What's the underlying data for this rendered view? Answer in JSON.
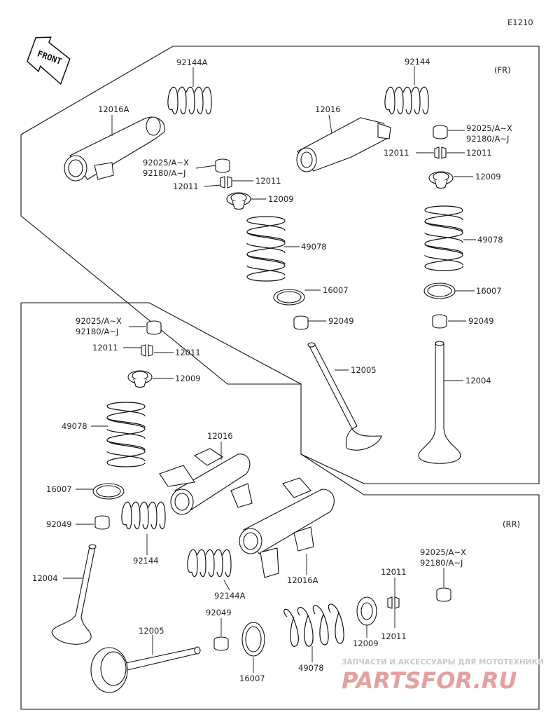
{
  "diagram_code": "E1210",
  "front_arrow": "FRONT",
  "sections": {
    "fr": "(FR)",
    "rr": "(RR)"
  },
  "labels": {
    "fr_92144A": "92144A",
    "fr_12016A": "12016A",
    "fr_92025_mid": "92025/A~X",
    "fr_92180_mid": "92180/A~J",
    "fr_12011_mid_l": "12011",
    "fr_12011_mid_r": "12011",
    "fr_12009_mid": "12009",
    "fr_49078_mid": "49078",
    "fr_16007_mid": "16007",
    "fr_92049_mid": "92049",
    "fr_12005": "12005",
    "fr_92144": "92144",
    "fr_12016": "12016",
    "fr_92025_r": "92025/A~X",
    "fr_92180_r": "92180/A~J",
    "fr_12011_r_l": "12011",
    "fr_12011_r_r": "12011",
    "fr_12009_r": "12009",
    "fr_49078_r": "49078",
    "fr_16007_r": "16007",
    "fr_92049_r": "92049",
    "fr_12004": "12004",
    "rr_92025": "92025/A~X",
    "rr_92180": "92180/A~J",
    "rr_12011_l": "12011",
    "rr_12011_r": "12011",
    "rr_12009": "12009",
    "rr_49078": "49078",
    "rr_16007": "16007",
    "rr_92049": "92049",
    "rr_12004": "12004",
    "rr_12016": "12016",
    "rr_92144": "92144",
    "rr_92144A": "92144A",
    "rr_12016A": "12016A",
    "rr_12005": "12005",
    "rr_92049_b": "92049",
    "rr_16007_b": "16007",
    "rr_49078_b": "49078",
    "rr_12009_b": "12009",
    "rr_12011_b_top": "12011",
    "rr_12011_b_bot": "12011",
    "rr_92025_b": "92025/A~X",
    "rr_92180_b": "92180/A~J"
  },
  "watermark": {
    "tagline": "ЗАПЧАСТИ И АКСЕССУАРЫ ДЛЯ МОТОТЕХНИКИ",
    "brand": "PARTSFOR.RU"
  }
}
